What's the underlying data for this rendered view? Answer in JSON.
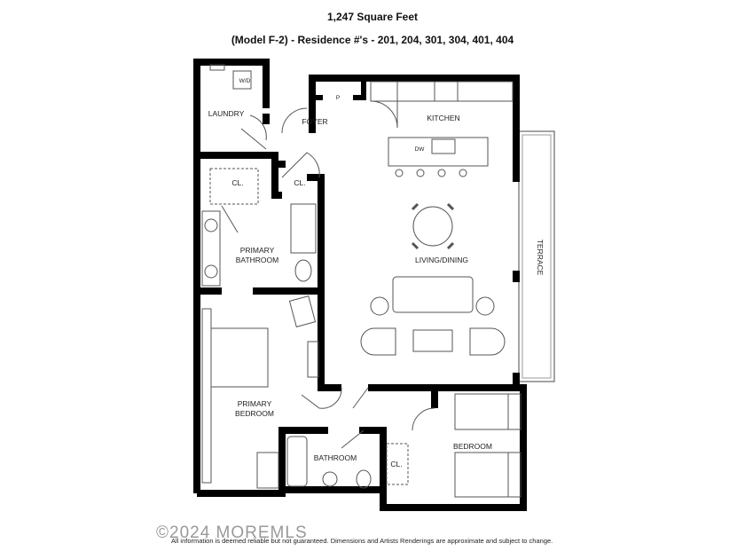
{
  "header": {
    "area": "1,247 Square Feet",
    "model": "(Model F-2) - Residence #'s -  201, 204, 301, 304, 401, 404"
  },
  "rooms": {
    "laundry": "LAUNDRY",
    "washer_dryer": "W/D",
    "foyer": "FOYER",
    "pantry": "P",
    "kitchen": "KITCHEN",
    "dishwasher": "DW",
    "closet1": "CL.",
    "closet2": "CL.",
    "closet3": "CL.",
    "primary_bathroom_1": "PRIMARY",
    "primary_bathroom_2": "BATHROOM",
    "living_dining": "LIVING/DINING",
    "terrace": "TERRACE",
    "primary_bedroom_1": "PRIMARY",
    "primary_bedroom_2": "BEDROOM",
    "bathroom": "BATHROOM",
    "bedroom": "BEDROOM"
  },
  "footer": {
    "watermark": "©2024 MOREMLS",
    "disclaimer": "All information is deemed reliable but not guaranteed. Dimensions and Artists Renderings are approximate and subject to change."
  },
  "colors": {
    "wall": "#000000",
    "fixture": "#555555"
  }
}
